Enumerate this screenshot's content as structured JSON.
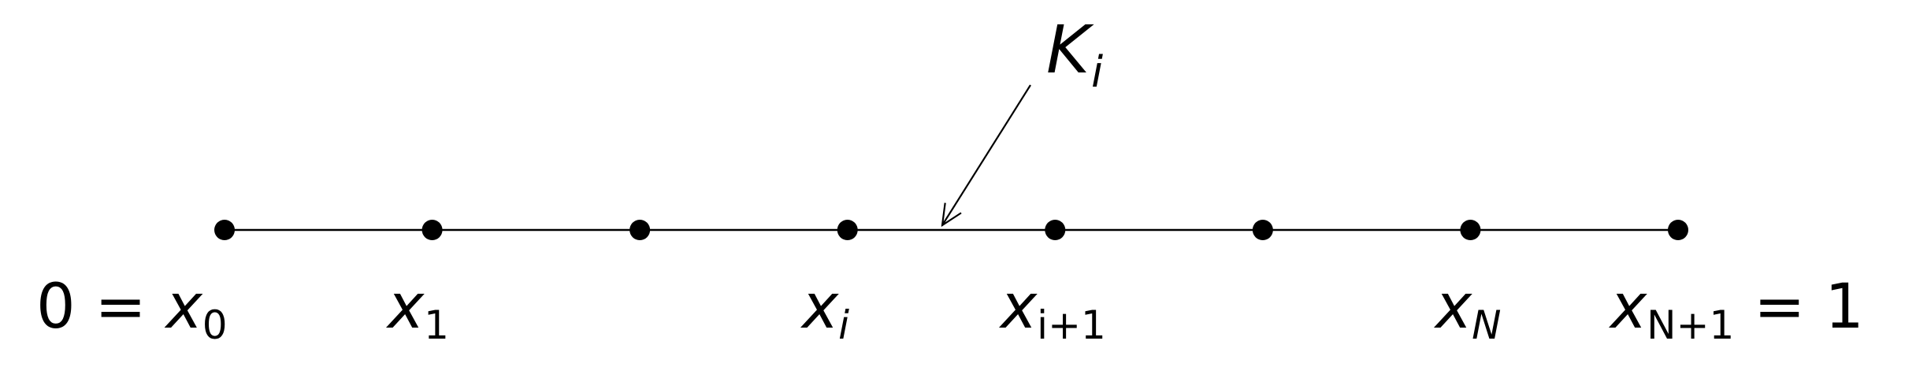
{
  "diagram": {
    "element_label": {
      "base": "K",
      "sub": "i"
    },
    "node_labels": [
      {
        "prefix": "0 = ",
        "base": "x",
        "sub": "0",
        "suffix": ""
      },
      {
        "prefix": "",
        "base": "x",
        "sub": "1",
        "suffix": ""
      },
      {
        "prefix": "",
        "base": "x",
        "sub": "i",
        "suffix": ""
      },
      {
        "prefix": "",
        "base": "x",
        "sub": "i+1",
        "suffix": ""
      },
      {
        "prefix": "",
        "base": "x",
        "sub": "N",
        "suffix": ""
      },
      {
        "prefix": "",
        "base": "x",
        "sub": "N+1",
        "suffix": " = 1"
      }
    ],
    "node_count": 8,
    "colors": {
      "ink": "#000000",
      "background": "#ffffff"
    }
  }
}
